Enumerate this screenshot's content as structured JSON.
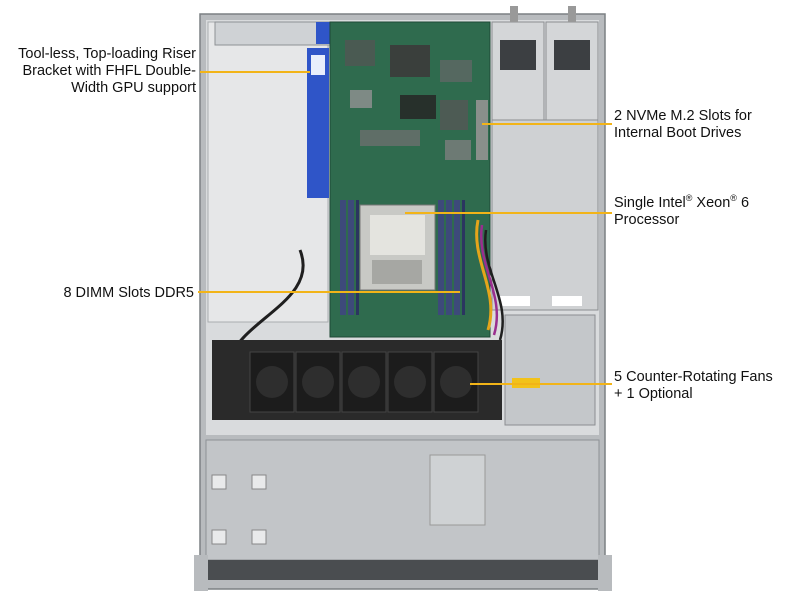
{
  "callouts": {
    "riser": {
      "line1": "Tool-less, Top-loading Riser",
      "line2": "Bracket with FHFL Double-",
      "line3": "Width GPU support"
    },
    "nvme": {
      "line1": "2 NVMe M.2 Slots for",
      "line2": "Internal  Boot Drives"
    },
    "cpu": {
      "line1_a": "Single Intel",
      "reg1": "®",
      "line1_b": " Xeon",
      "reg2": "®",
      "line1_c": " 6",
      "line2": "Processor"
    },
    "dimm": {
      "line1": "8 DIMM Slots DDR5"
    },
    "fans": {
      "line1": "5 Counter-Rotating Fans",
      "line2": "+ 1 Optional"
    }
  },
  "colors": {
    "leader_line": "#f2b418",
    "chassis": "#c9ccce",
    "board": "#2f6b4e",
    "dimm": "#3d4a7a",
    "fan": "#1c1c1c",
    "psu": "#d4d6d8"
  }
}
